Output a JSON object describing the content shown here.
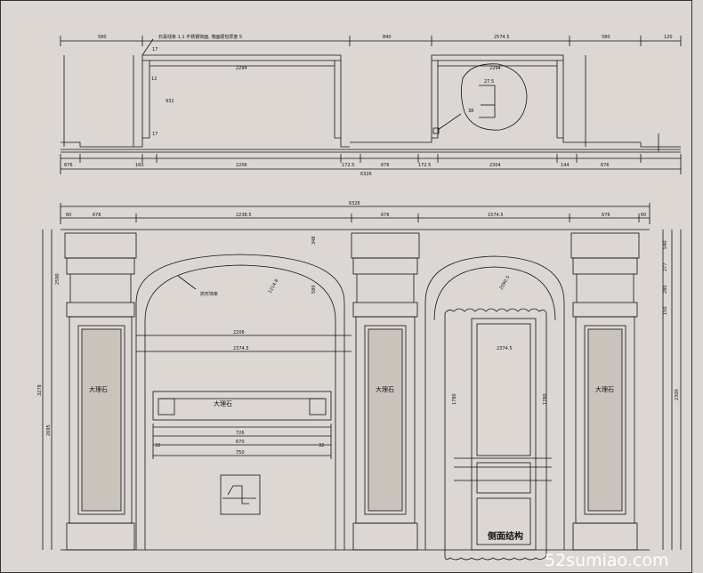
{
  "plan": {
    "top_dims": [
      "580",
      "840",
      "2574.5",
      "580",
      "120"
    ],
    "middle_dims": [
      "2294",
      "2294"
    ],
    "bottom_dims": [
      "676",
      "160",
      "2206",
      "172.5",
      "676",
      "172.5",
      "2304",
      "144",
      "676"
    ],
    "total": "6326",
    "note": "石膏线条 1.1 不锈钢饰面, 墙面硬包厚度 5",
    "side_dims": [
      "17",
      "12",
      "932",
      "17"
    ],
    "detail_dims": [
      "27.5",
      "38"
    ]
  },
  "elevation": {
    "top_dims": [
      "60",
      "676",
      "2238.5",
      "676",
      "1574.5",
      "676",
      "60"
    ],
    "total": "6326",
    "arch_labels": [
      "1214.8",
      "2090.5"
    ],
    "arch_note": "拱形饰条",
    "span_dims": [
      "2206",
      "2374.5",
      "2374.5"
    ],
    "left_dims": [
      "3278",
      "2695",
      "2590"
    ],
    "right_dims": [
      "540",
      "277",
      "280",
      "150",
      "2300"
    ],
    "small_dims": [
      "348",
      "580",
      "1780",
      "1780"
    ]
  },
  "labels": {
    "marble_1": "大理石",
    "marble_2": "大理石",
    "marble_3": "大理石",
    "marble_4": "大理石",
    "door_label": "侧面结构"
  },
  "fireplace": {
    "dims": [
      "32",
      "726",
      "670",
      "750",
      "32"
    ]
  },
  "watermark": "52sumiao.com"
}
